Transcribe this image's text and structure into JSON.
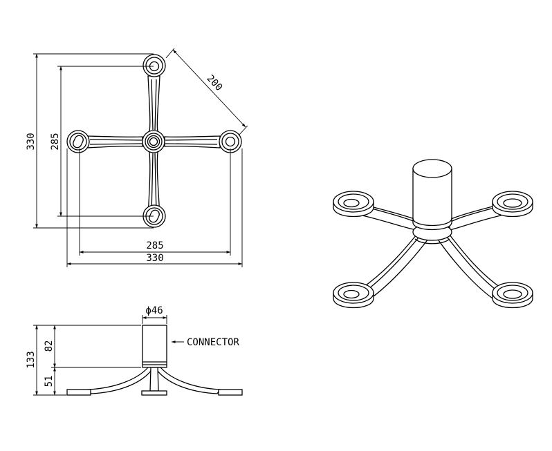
{
  "top_view": {
    "dim_diagonal": "200",
    "dim_height_outer": "330",
    "dim_height_inner": "285",
    "dim_width_inner": "285",
    "dim_width_outer": "330"
  },
  "side_view": {
    "dim_diameter": "ϕ46",
    "dim_total_height": "133",
    "dim_connector_height": "82",
    "dim_base_height": "51",
    "connector_label": "CONNECTOR"
  }
}
